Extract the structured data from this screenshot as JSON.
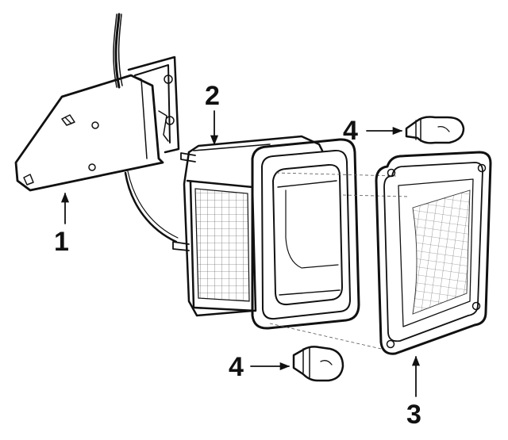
{
  "diagram": {
    "callouts": [
      {
        "id": "bracket",
        "label": "1"
      },
      {
        "id": "lamp-housing",
        "label": "2"
      },
      {
        "id": "lens",
        "label": "3"
      },
      {
        "id": "bulb-upper",
        "label": "4"
      },
      {
        "id": "bulb-lower",
        "label": "4"
      }
    ]
  }
}
